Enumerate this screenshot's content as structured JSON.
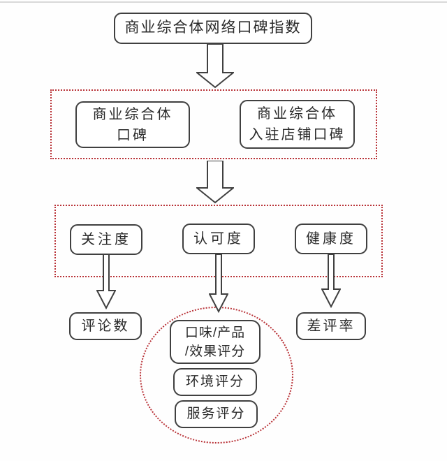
{
  "colors": {
    "box_border": "#404040",
    "text": "#2a2a2a",
    "red_dotted": "#b93338",
    "background": "#fefefe",
    "top_rule": "#d9d9d9"
  },
  "diagram": {
    "root": {
      "label": "商业综合体网络口碑指数"
    },
    "level2": {
      "complex": {
        "line1": "商业综合体",
        "line2": "口碑"
      },
      "stores": {
        "line1": "商业综合体",
        "line2": "入驻店铺口碑"
      }
    },
    "level3": {
      "attention": {
        "label": "关注度"
      },
      "recognition": {
        "label": "认可度"
      },
      "health": {
        "label": "健康度"
      }
    },
    "level4": {
      "comments": {
        "label": "评论数"
      },
      "bad_review_rate": {
        "label": "差评率"
      },
      "scores": {
        "taste": {
          "line1": "口味/产品",
          "line2": "/效果评分"
        },
        "environment": {
          "label": "环境评分"
        },
        "service": {
          "label": "服务评分"
        }
      }
    }
  }
}
